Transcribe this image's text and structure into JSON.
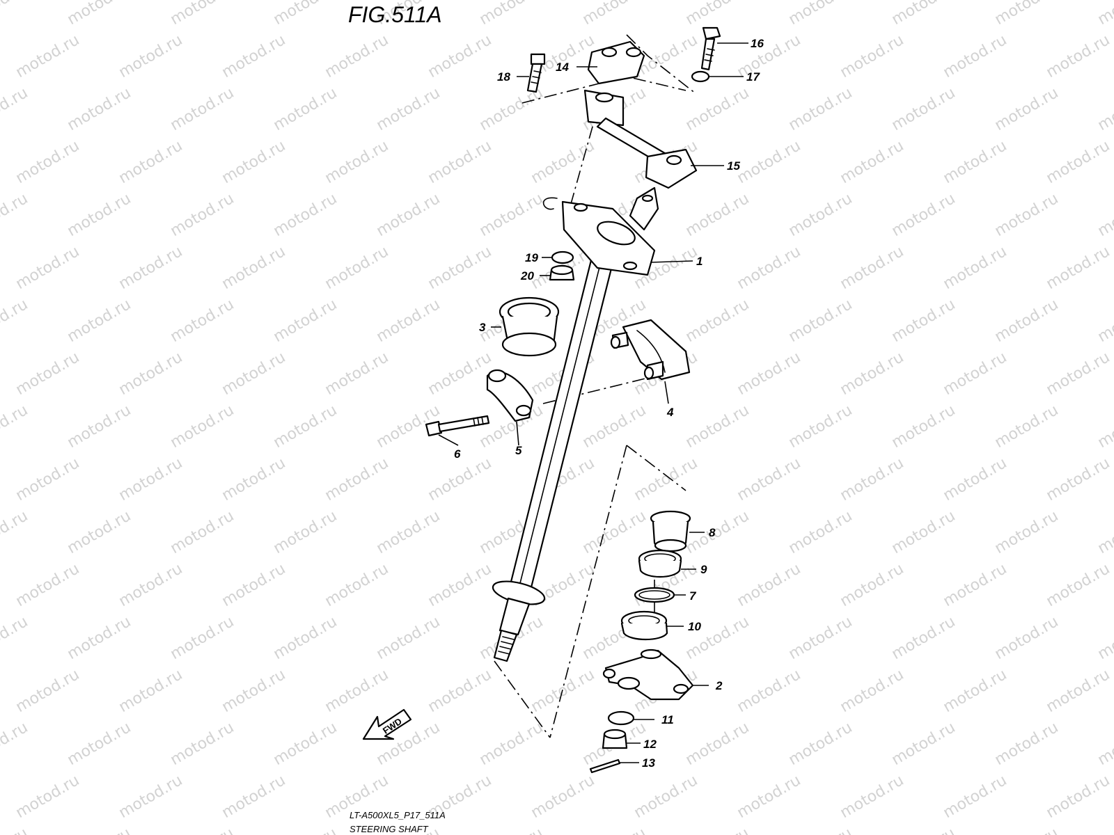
{
  "figure": {
    "title": "FIG.511A",
    "code": "LT-A500XL5_P17_511A",
    "caption": "STEERING SHAFT",
    "watermark": "motod.ru",
    "direction_label": "FWD"
  },
  "callouts": [
    {
      "id": "c1",
      "label": "1"
    },
    {
      "id": "c2",
      "label": "2"
    },
    {
      "id": "c3",
      "label": "3"
    },
    {
      "id": "c4",
      "label": "4"
    },
    {
      "id": "c5",
      "label": "5"
    },
    {
      "id": "c6",
      "label": "6"
    },
    {
      "id": "c7",
      "label": "7"
    },
    {
      "id": "c8",
      "label": "8"
    },
    {
      "id": "c9",
      "label": "9"
    },
    {
      "id": "c10",
      "label": "10"
    },
    {
      "id": "c11",
      "label": "11"
    },
    {
      "id": "c12",
      "label": "12"
    },
    {
      "id": "c13",
      "label": "13"
    },
    {
      "id": "c14",
      "label": "14"
    },
    {
      "id": "c15",
      "label": "15"
    },
    {
      "id": "c16",
      "label": "16"
    },
    {
      "id": "c17",
      "label": "17"
    },
    {
      "id": "c18",
      "label": "18"
    },
    {
      "id": "c19",
      "label": "19"
    },
    {
      "id": "c20",
      "label": "20"
    }
  ]
}
